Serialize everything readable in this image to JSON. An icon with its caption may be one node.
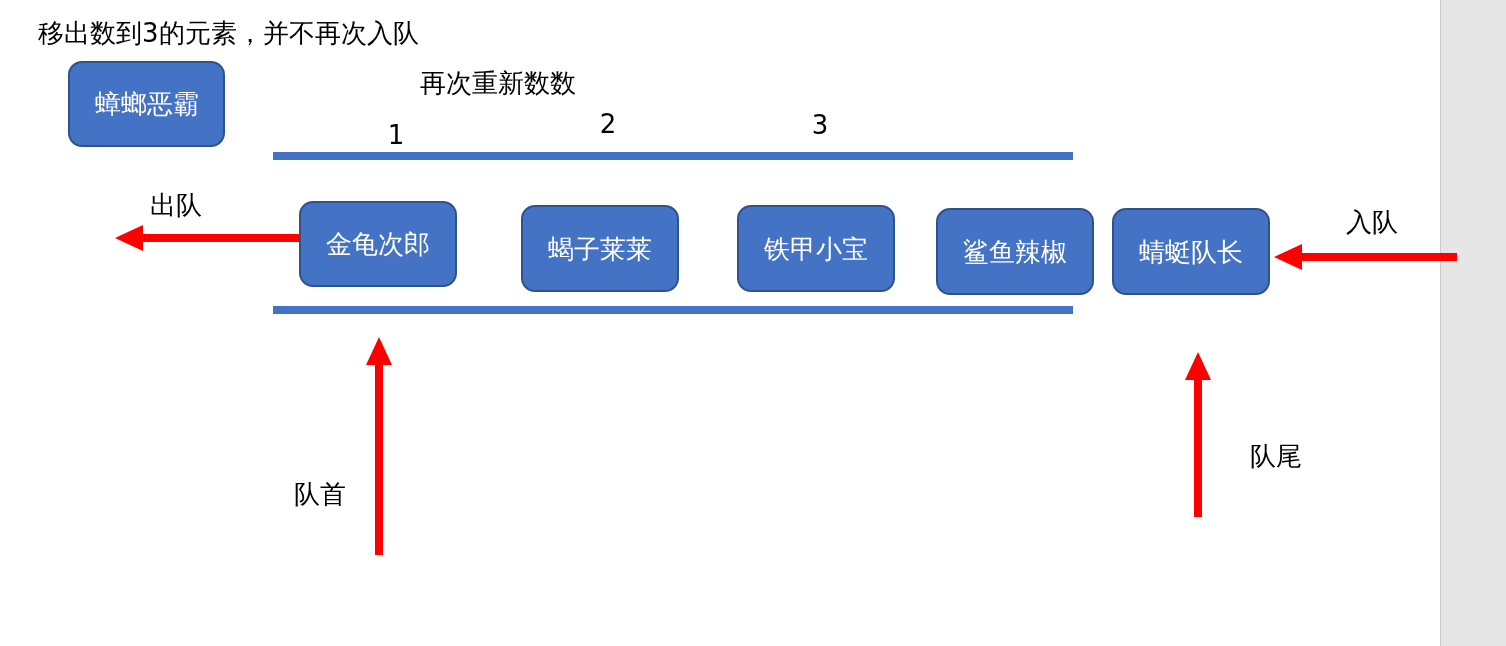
{
  "diagram": {
    "title": "移出数到3的元素，并不再次入队",
    "nodes": [
      {
        "text": [
          "蟑螂恶霸"
        ]
      },
      {
        "text": [
          "金龟次郎"
        ]
      },
      {
        "text": [
          "蝎子莱莱"
        ]
      },
      {
        "text": [
          "铁甲小宝"
        ]
      },
      {
        "text": [
          "鲨鱼辣椒"
        ]
      },
      {
        "text": [
          "蜻蜓队长"
        ]
      }
    ],
    "edges": [
      {
        "from": 1,
        "to": null,
        "arrow": "to",
        "label": "出队"
      },
      {
        "from": null,
        "to": 5,
        "arrow": "to",
        "label": "入队"
      },
      {
        "from": null,
        "to": 1,
        "arrow": "to",
        "label": "队首"
      },
      {
        "from": null,
        "to": 5,
        "arrow": "to",
        "label": "队尾"
      }
    ],
    "labels": [
      "再次重新数数",
      "1",
      "2",
      "3"
    ]
  }
}
